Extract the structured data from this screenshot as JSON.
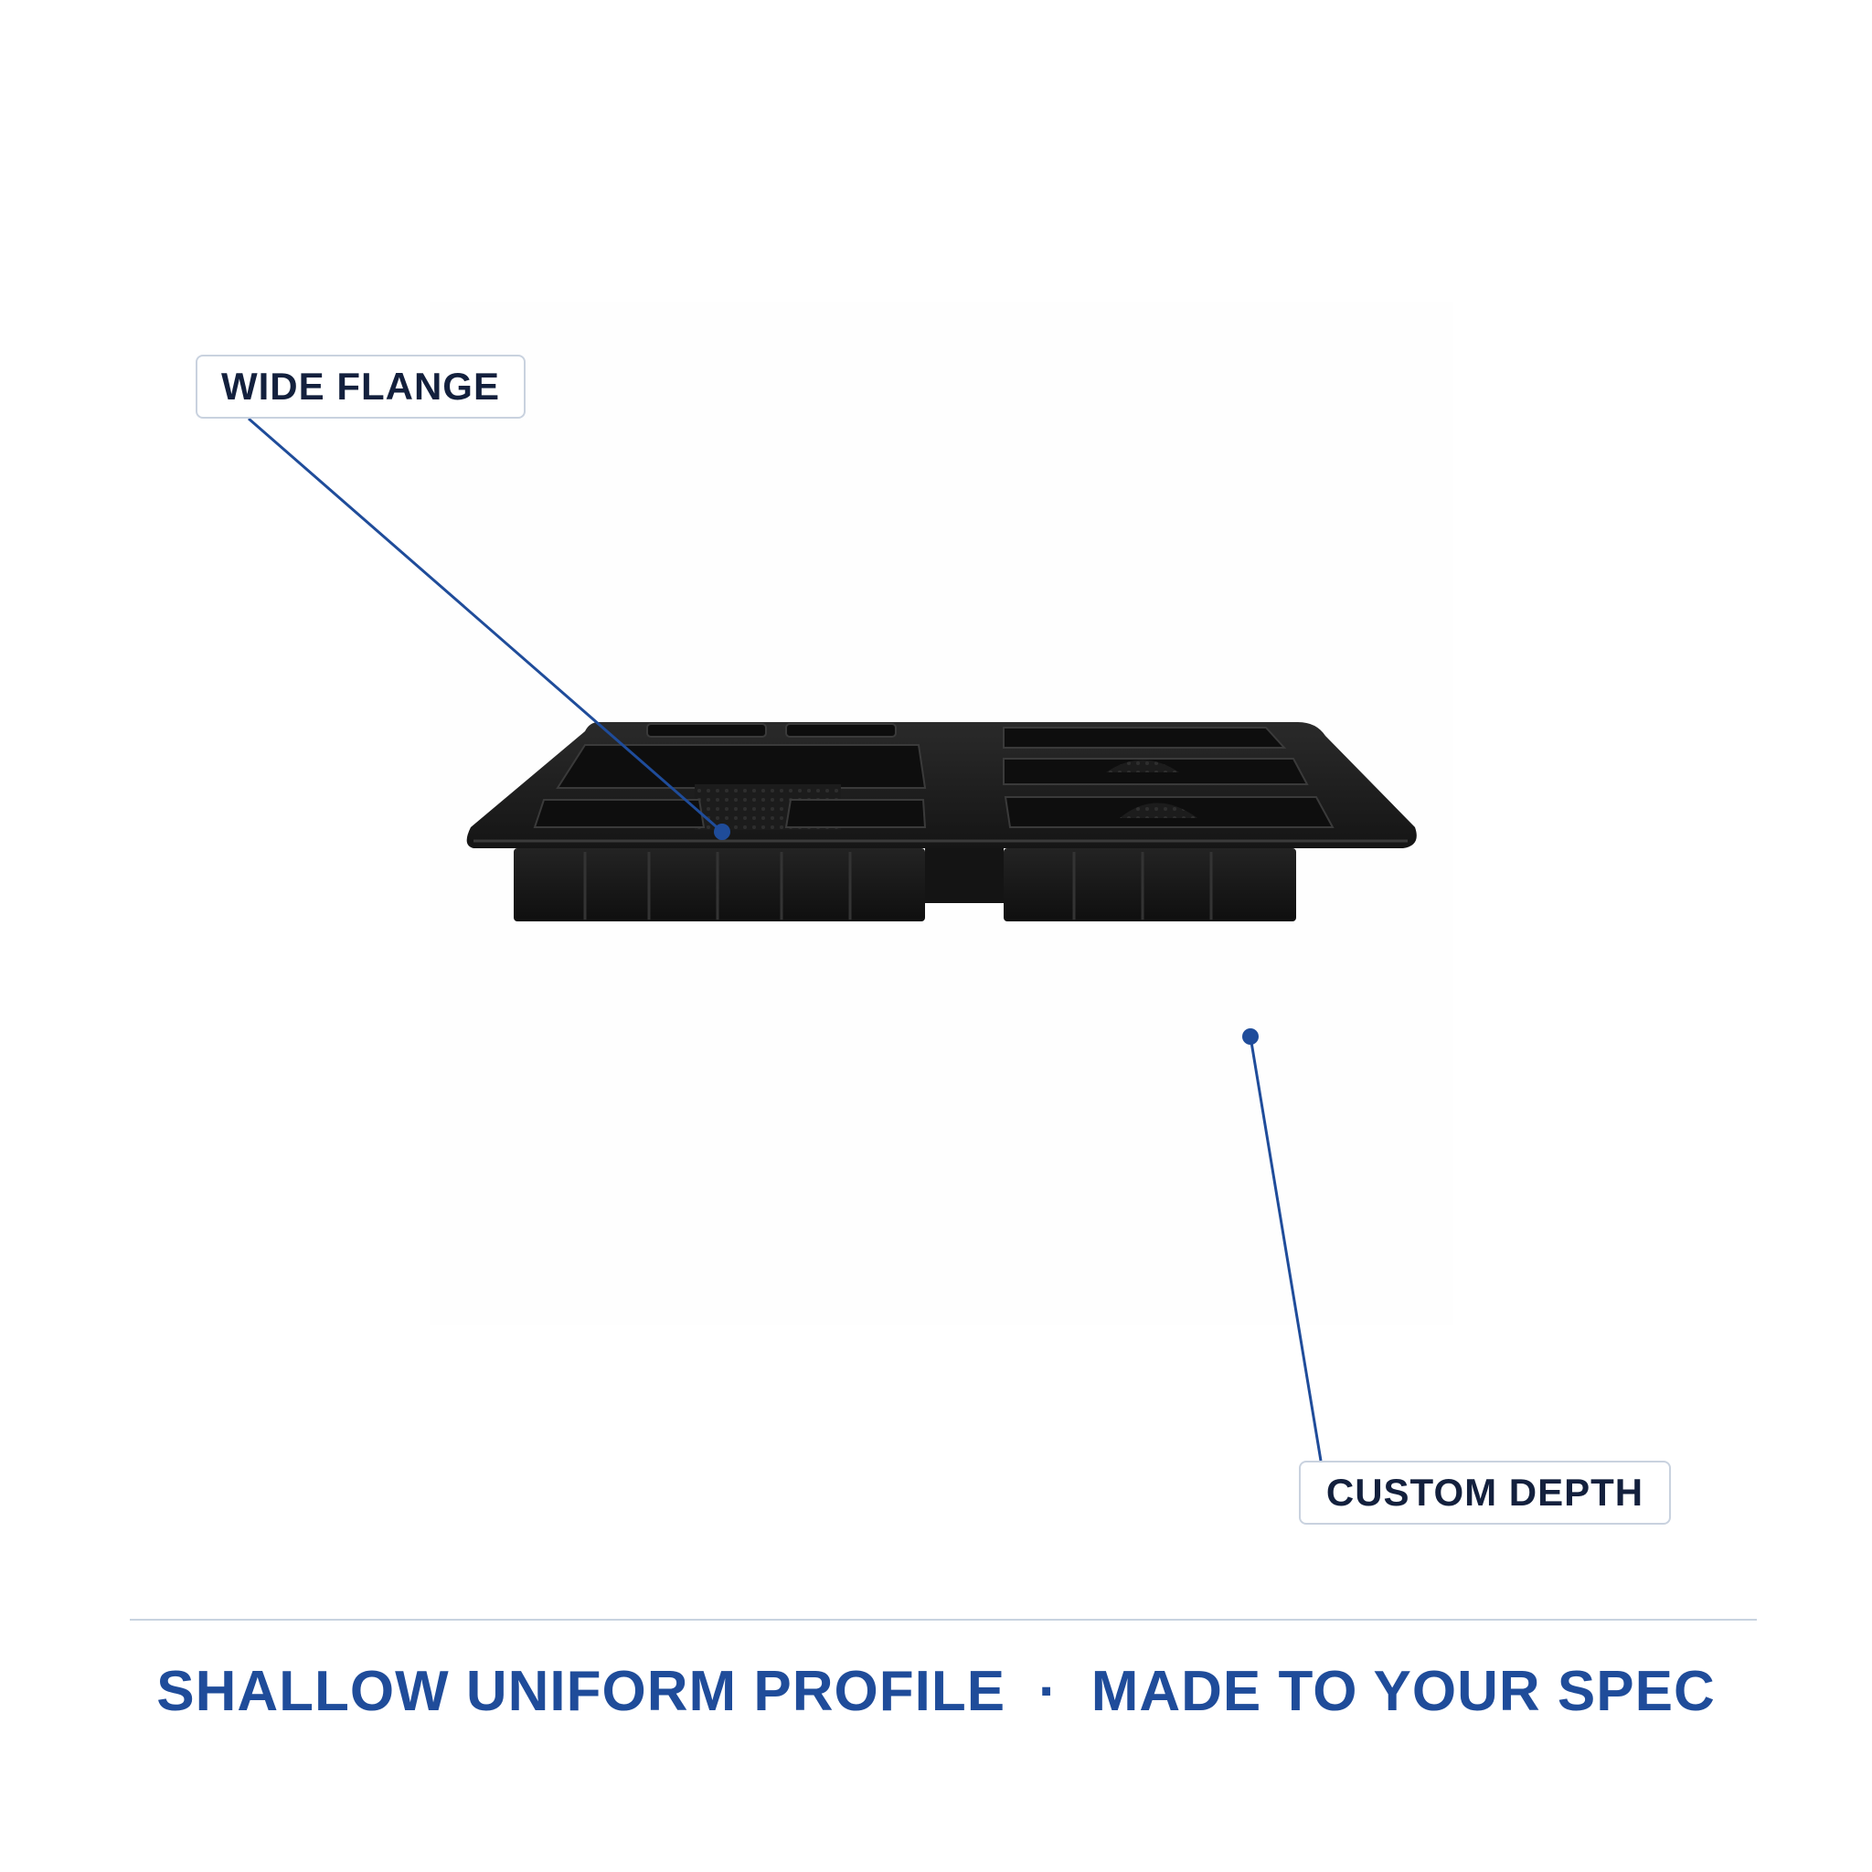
{
  "callouts": {
    "flange": {
      "label": "WIDE FLANGE"
    },
    "depth": {
      "label": "CUSTOM DEPTH"
    }
  },
  "tagline": {
    "left": "SHALLOW UNIFORM PROFILE",
    "separator": "·",
    "right": "MADE TO YOUR SPEC"
  },
  "colors": {
    "accent": "#1f4c9a",
    "callout_text": "#13203d",
    "callout_border": "#c9d2df",
    "divider": "#c8d3e0",
    "tray": "#1b1b1b",
    "background": "#ffffff"
  },
  "product": {
    "name": "black-compartment-tray"
  }
}
